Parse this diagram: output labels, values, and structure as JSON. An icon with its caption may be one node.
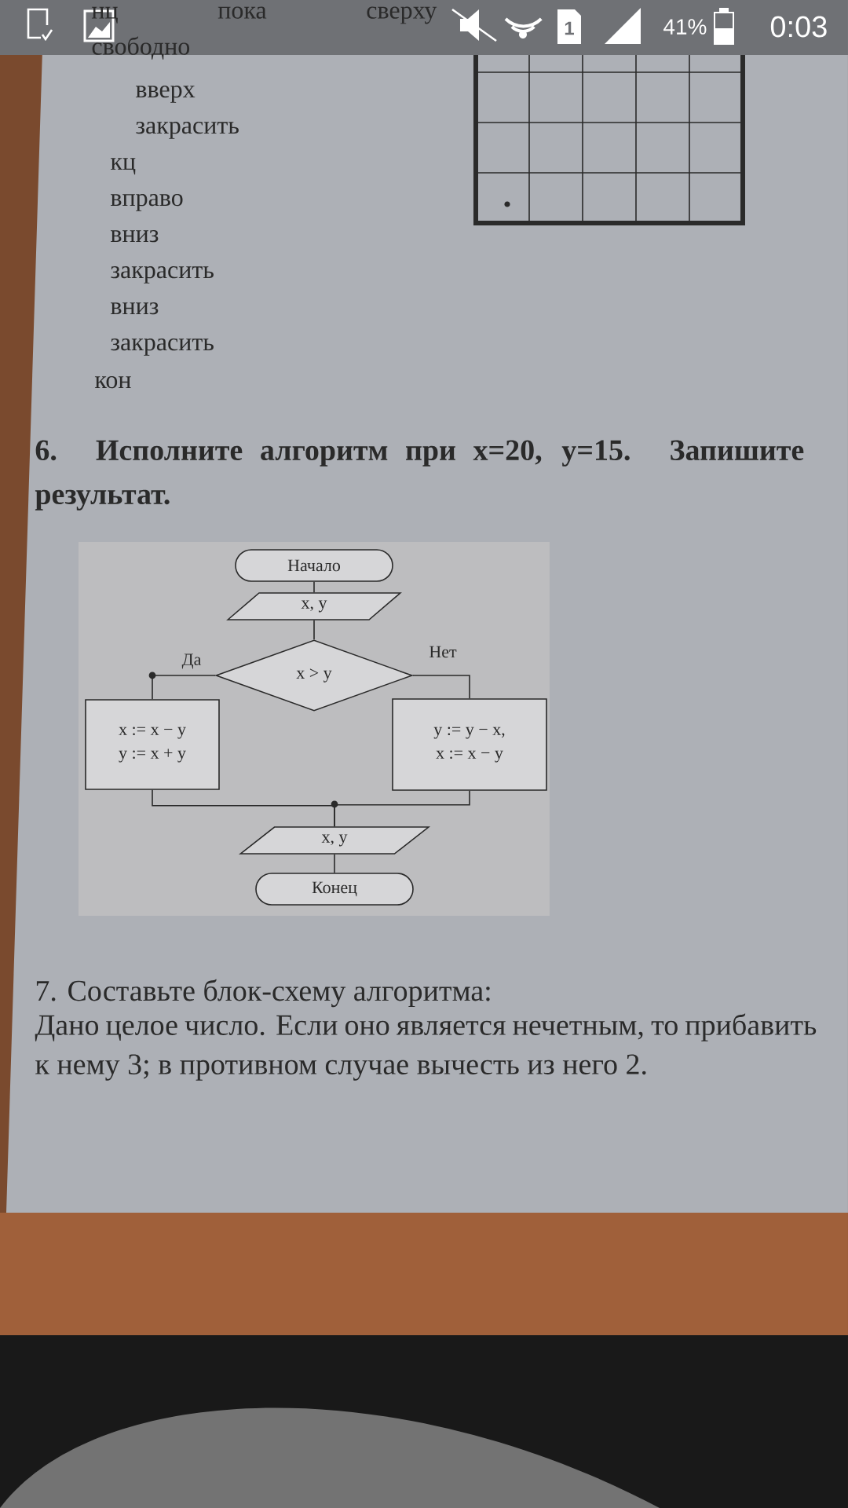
{
  "diagram": {
    "nodes": [
      {
        "text": [
          "Начало"
        ]
      },
      {
        "text": [
          "x, y"
        ]
      },
      {
        "text": [
          "x > y"
        ]
      },
      {
        "text": [
          "x := x − y",
          "y := x + y"
        ]
      },
      {
        "text": [
          "y := y − x,",
          "x := x − y"
        ]
      },
      {
        "text": [
          "x, y"
        ]
      },
      {
        "text": [
          "Конец"
        ]
      }
    ],
    "edges": [
      {
        "from": 0,
        "to": 1,
        "arrow": "none"
      },
      {
        "from": 1,
        "to": 2,
        "arrow": "none"
      },
      {
        "from": 2,
        "to": 3,
        "arrow": "none",
        "label": "Да"
      },
      {
        "from": 2,
        "to": 4,
        "arrow": "none",
        "label": "Нет"
      },
      {
        "from": 3,
        "to": 5,
        "arrow": "none"
      },
      {
        "from": 4,
        "to": 5,
        "arrow": "none"
      },
      {
        "from": 5,
        "to": 6,
        "arrow": "none"
      }
    ],
    "labels": [
      "1",
      "41%",
      "0:03",
      "нц пока сверху свободно",
      "вверх",
      "закрасить",
      "кц",
      "вправо",
      "вниз",
      "закрасить",
      "вниз",
      "закрасить",
      "кон",
      "6. Исполните алгоритм при x=20, y=15. Запишите результат.",
      "7. Составьте блок-схему алгоритма:",
      "Дано целое число. Если оно является нечетным, то прибавить к нему 3; в противном случае вычесть из него 2."
    ]
  }
}
